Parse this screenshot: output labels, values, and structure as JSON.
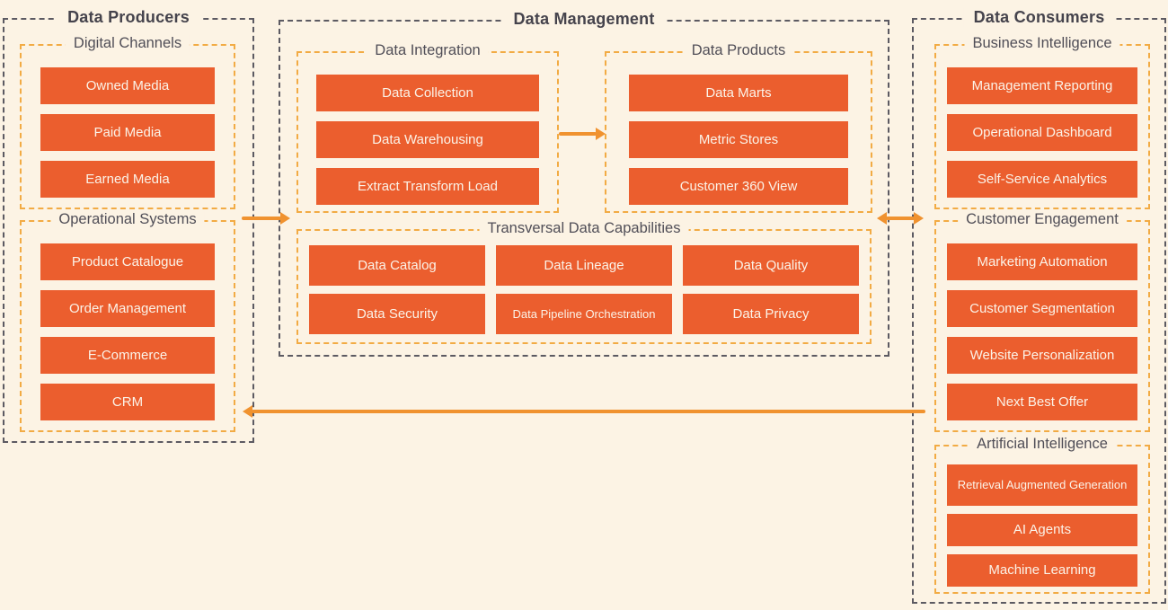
{
  "colors": {
    "background": "#FCF3E4",
    "box_fill": "#EB5E2E",
    "box_text": "#FBF3E8",
    "arrow": "#F0922F",
    "outer_border": "#5C5A62",
    "inner_border": "#F2AB44",
    "outer_title": "#45434C",
    "inner_title": "#504E57"
  },
  "producers": {
    "title": "Data Producers",
    "groups": [
      {
        "title": "Digital Channels",
        "items": [
          "Owned Media",
          "Paid Media",
          "Earned Media"
        ]
      },
      {
        "title": "Operational Systems",
        "items": [
          "Product Catalogue",
          "Order Management",
          "E-Commerce",
          "CRM"
        ]
      }
    ]
  },
  "management": {
    "title": "Data Management",
    "groups": [
      {
        "title": "Data Integration",
        "items": [
          "Data Collection",
          "Data Warehousing",
          "Extract Transform Load"
        ]
      },
      {
        "title": "Data Products",
        "items": [
          "Data Marts",
          "Metric Stores",
          "Customer 360 View"
        ]
      },
      {
        "title": "Transversal Data Capabilities",
        "items": [
          "Data Catalog",
          "Data Lineage",
          "Data Quality",
          "Data Security",
          "Data Pipeline Orchestration",
          "Data Privacy"
        ]
      }
    ]
  },
  "consumers": {
    "title": "Data Consumers",
    "groups": [
      {
        "title": "Business Intelligence",
        "items": [
          "Management Reporting",
          "Operational Dashboard",
          "Self-Service Analytics"
        ]
      },
      {
        "title": "Customer Engagement",
        "items": [
          "Marketing Automation",
          "Customer Segmentation",
          "Website Personalization",
          "Next Best Offer"
        ]
      },
      {
        "title": "Artificial Intelligence",
        "items": [
          "Retrieval Augmented Generation",
          "AI Agents",
          "Machine Learning"
        ]
      }
    ]
  },
  "arrows": [
    {
      "name": "producers-to-management",
      "direction": "right"
    },
    {
      "name": "integration-to-products",
      "direction": "right"
    },
    {
      "name": "management-consumers-bidirectional",
      "direction": "both"
    },
    {
      "name": "consumers-to-producers-feedback",
      "direction": "left"
    }
  ]
}
